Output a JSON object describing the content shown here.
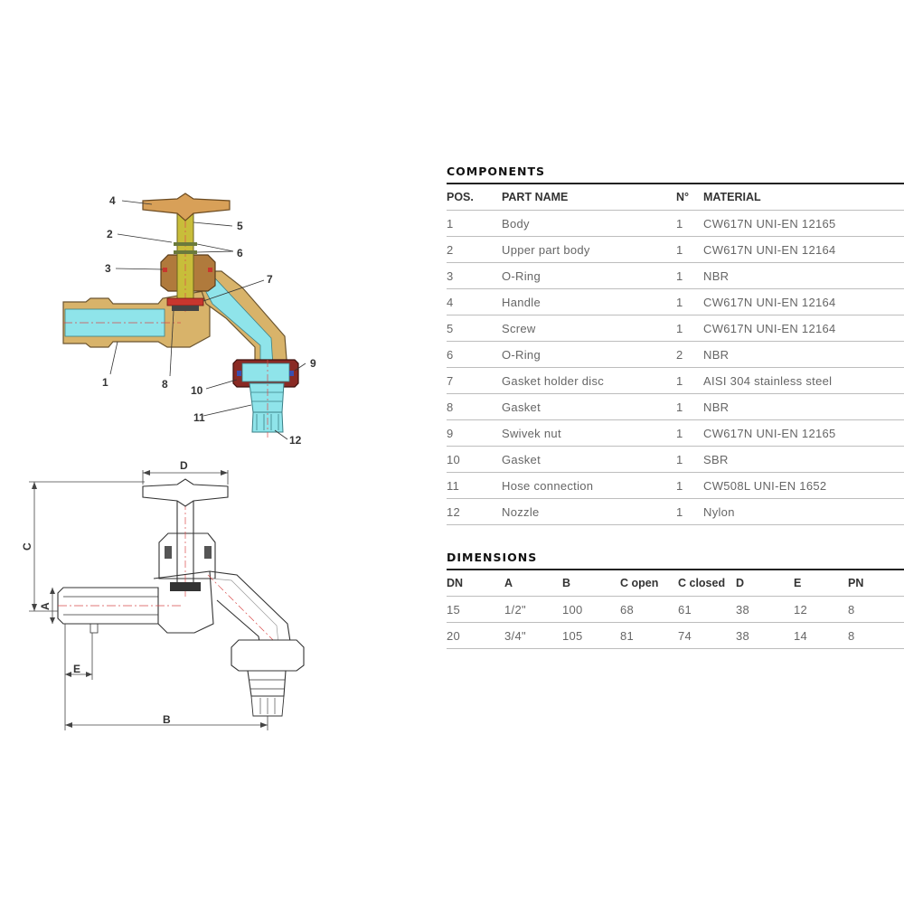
{
  "drawing_labels": {
    "l1": "1",
    "l2": "2",
    "l3": "3",
    "l4": "4",
    "l5": "5",
    "l6": "6",
    "l7": "7",
    "l8": "8",
    "l9": "9",
    "l10": "10",
    "l11": "11",
    "l12": "12"
  },
  "dimension_labels": {
    "a": "A",
    "b": "B",
    "c": "C",
    "d": "D",
    "e": "E"
  },
  "colors": {
    "brass": "#d8b36a",
    "water": "#8fe4ea",
    "gasket_red": "#c8362e",
    "nut_dark_red": "#8a2a24",
    "screw_yellow": "#c8bd3a",
    "oring_blue": "#3a4fb0"
  },
  "components": {
    "title": "COMPONENTS",
    "headers": {
      "pos": "POS.",
      "part": "PART NAME",
      "qty": "N°",
      "material": "MATERIAL"
    },
    "rows": [
      {
        "pos": "1",
        "part": "Body",
        "qty": "1",
        "material": "CW617N UNI-EN 12165"
      },
      {
        "pos": "2",
        "part": "Upper part body",
        "qty": "1",
        "material": "CW617N UNI-EN 12164"
      },
      {
        "pos": "3",
        "part": "O-Ring",
        "qty": "1",
        "material": "NBR"
      },
      {
        "pos": "4",
        "part": "Handle",
        "qty": "1",
        "material": "CW617N UNI-EN 12164"
      },
      {
        "pos": "5",
        "part": "Screw",
        "qty": "1",
        "material": "CW617N UNI-EN 12164"
      },
      {
        "pos": "6",
        "part": "O-Ring",
        "qty": "2",
        "material": "NBR"
      },
      {
        "pos": "7",
        "part": "Gasket holder disc",
        "qty": "1",
        "material": "AISI 304 stainless steel"
      },
      {
        "pos": "8",
        "part": "Gasket",
        "qty": "1",
        "material": "NBR"
      },
      {
        "pos": "9",
        "part": "Swivek nut",
        "qty": "1",
        "material": "CW617N UNI-EN 12165"
      },
      {
        "pos": "10",
        "part": "Gasket",
        "qty": "1",
        "material": "SBR"
      },
      {
        "pos": "11",
        "part": "Hose connection",
        "qty": "1",
        "material": "CW508L UNI-EN 1652"
      },
      {
        "pos": "12",
        "part": "Nozzle",
        "qty": "1",
        "material": "Nylon"
      }
    ]
  },
  "dimensions": {
    "title": "DIMENSIONS",
    "headers": {
      "dn": "DN",
      "a": "A",
      "b": "B",
      "c_open": "C open",
      "c_closed": "C closed",
      "d": "D",
      "e": "E",
      "pn": "PN"
    },
    "rows": [
      {
        "dn": "15",
        "a": "1/2\"",
        "b": "100",
        "c_open": "68",
        "c_closed": "61",
        "d": "38",
        "e": "12",
        "pn": "8"
      },
      {
        "dn": "20",
        "a": "3/4\"",
        "b": "105",
        "c_open": "81",
        "c_closed": "74",
        "d": "38",
        "e": "14",
        "pn": "8"
      }
    ]
  }
}
